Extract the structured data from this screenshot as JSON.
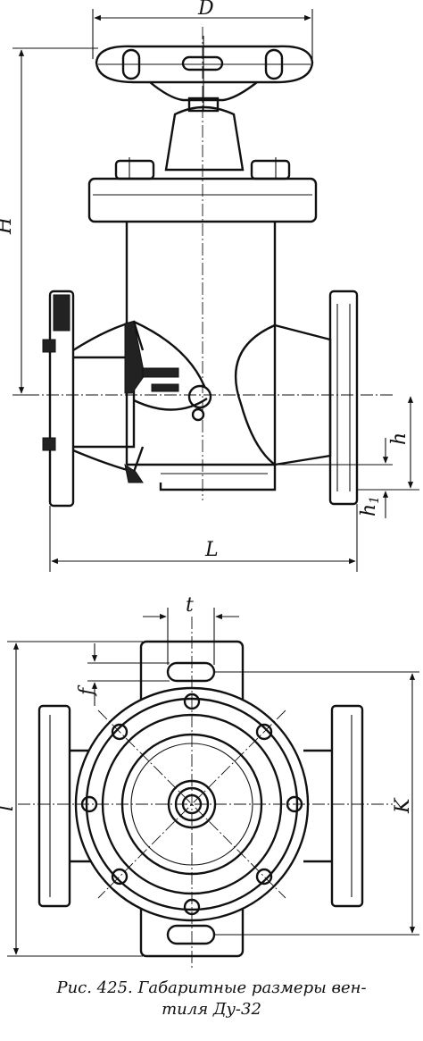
{
  "caption": {
    "line1": "Рис. 425. Габаритные размеры вен-",
    "line2": "тиля Ду-32"
  },
  "dimensions": {
    "D": "D",
    "H": "H",
    "h": "h",
    "h1": "h",
    "h1_sub": "1",
    "L": "L",
    "t": "t",
    "f": "f",
    "l": "l",
    "K": "K"
  }
}
